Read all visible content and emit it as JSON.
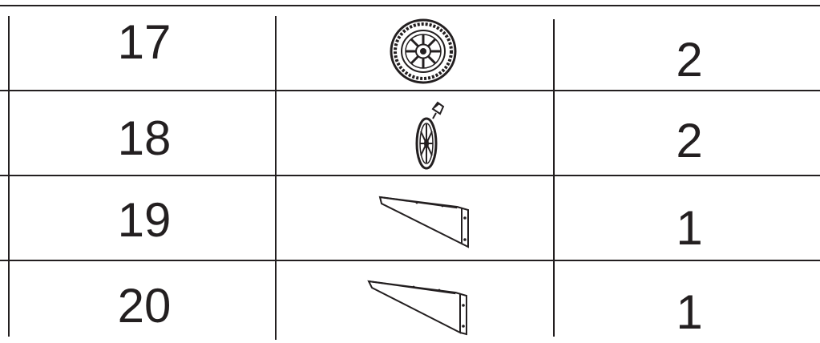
{
  "parts": [
    {
      "number": "17",
      "icon": "wheel-icon",
      "quantity": "2"
    },
    {
      "number": "18",
      "icon": "hubcap-icon",
      "quantity": "2"
    },
    {
      "number": "19",
      "icon": "bracket-bar-icon",
      "quantity": "1"
    },
    {
      "number": "20",
      "icon": "angled-bracket-icon",
      "quantity": "1"
    }
  ],
  "colors": {
    "line": "#231f20",
    "background": "#ffffff"
  }
}
